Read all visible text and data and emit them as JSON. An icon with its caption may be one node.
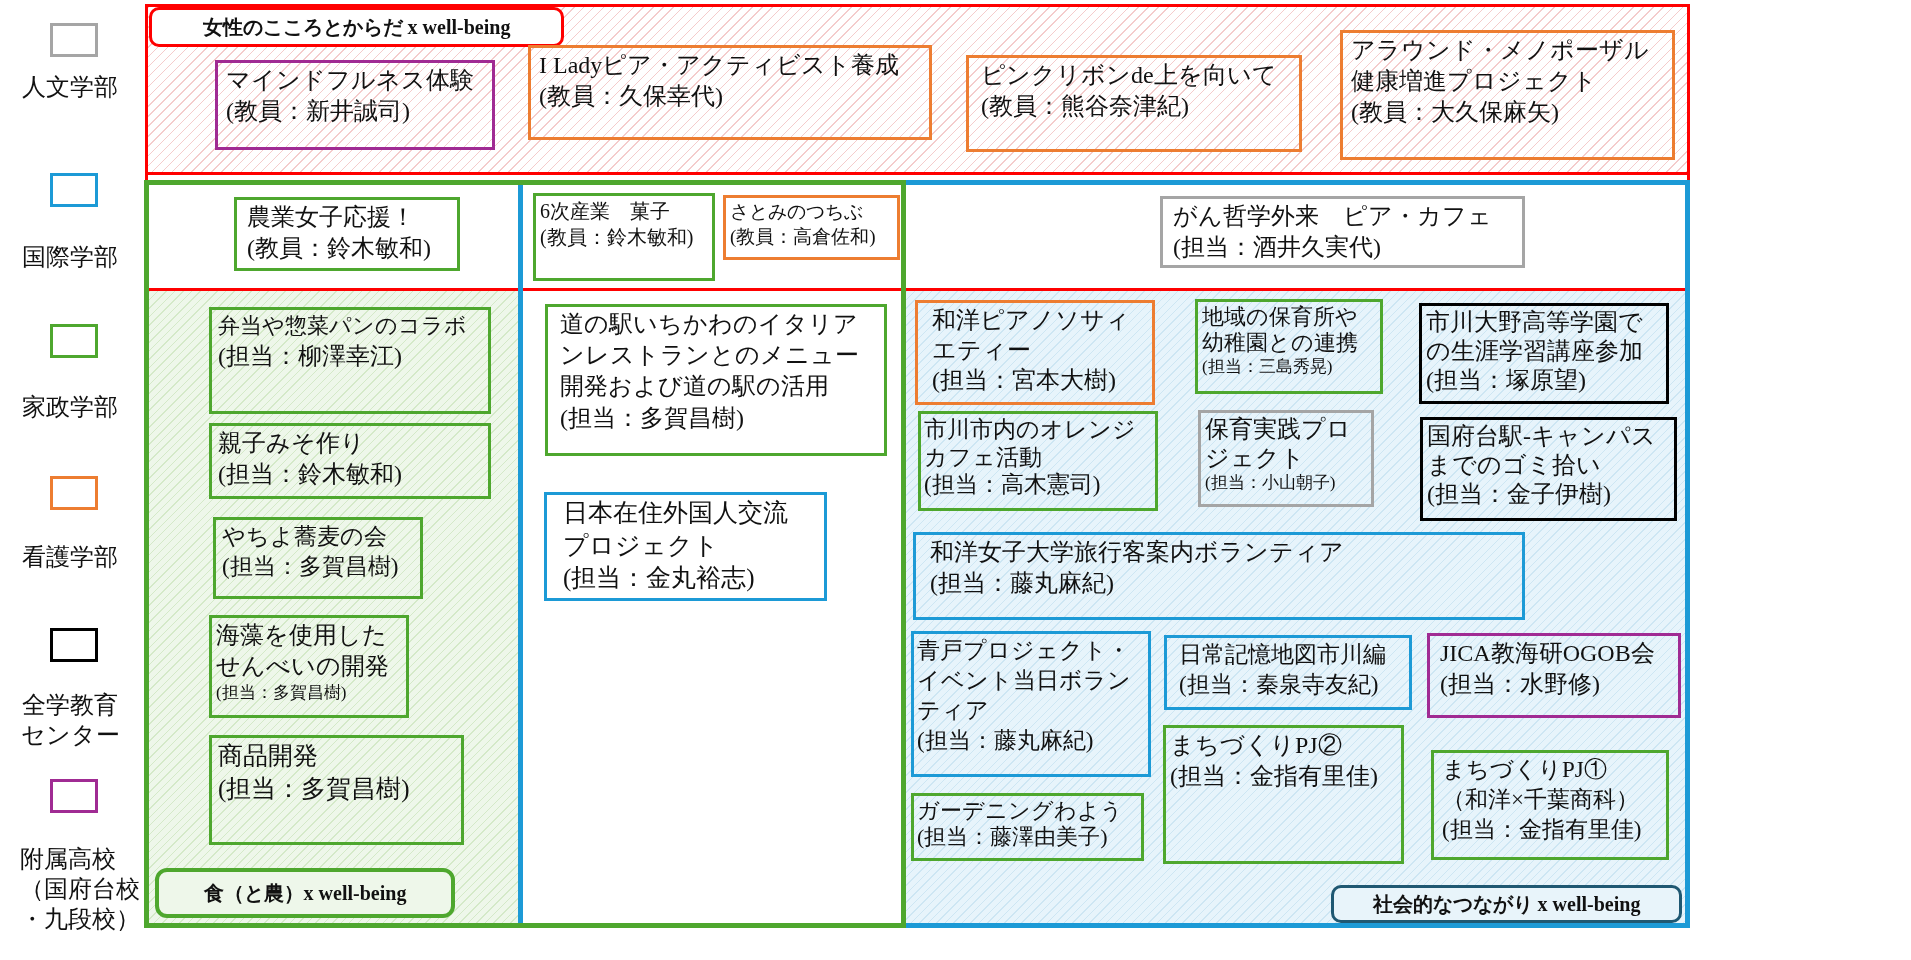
{
  "diagram": {
    "nodes": [
      {
        "text": [
          "女性のこころとからだ x well-being"
        ]
      },
      {
        "text": [
          "マインドフルネス体験",
          "(教員：新井誠司)"
        ],
        "in": 0
      },
      {
        "text": [
          "I Ladyピア・アクティビスト養成",
          "(教員：久保幸代)"
        ],
        "in": 0
      },
      {
        "text": [
          "ピンクリボンde上を向いて",
          "(教員：熊谷奈津紀)"
        ],
        "in": 0
      },
      {
        "text": [
          "アラウンド・メノポーザル健康増進プロジェクト",
          "(教員：大久保麻矢)"
        ],
        "in": 0
      },
      {
        "text": [
          "食（と農）x well-being"
        ]
      },
      {
        "text": [
          "社会的なつながり x well-being"
        ]
      },
      {
        "text": [
          "農業女子応援！",
          "(教員：鈴木敏和)"
        ]
      },
      {
        "text": [
          "6次産業　菓子",
          "(教員：鈴木敏和)"
        ]
      },
      {
        "text": [
          "さとみのつちぶ",
          "(教員：高倉佐和)"
        ]
      },
      {
        "text": [
          "がん哲学外来　ピア・カフェ",
          "(担当：酒井久実代)"
        ]
      },
      {
        "text": [
          "弁当や惣菜パンのコラボ",
          "(担当：柳澤幸江)"
        ],
        "in": 5
      },
      {
        "text": [
          "親子みそ作り",
          "(担当：鈴木敏和)"
        ],
        "in": 5
      },
      {
        "text": [
          "やちよ蕎麦の会",
          "(担当：多賀昌樹)"
        ],
        "in": 5
      },
      {
        "text": [
          "海藻を使用したせんべいの開発",
          "(担当：多賀昌樹)"
        ],
        "in": 5
      },
      {
        "text": [
          "商品開発",
          "(担当：多賀昌樹)"
        ],
        "in": 5
      },
      {
        "text": [
          "道の駅いちかわのイタリアンレストランとのメニュー開発および道の駅の活用",
          "(担当：多賀昌樹)"
        ]
      },
      {
        "text": [
          "日本在住外国人交流プロジェクト",
          "(担当：金丸裕志)"
        ]
      },
      {
        "text": [
          "和洋ピアノソサィエティー",
          "(担当：宮本大樹)"
        ],
        "in": 6
      },
      {
        "text": [
          "地域の保育所や幼稚園との連携",
          "(担当：三島秀晃)"
        ],
        "in": 6
      },
      {
        "text": [
          "市川大野高等学園での生涯学習講座参加",
          "(担当：塚原望)"
        ],
        "in": 6
      },
      {
        "text": [
          "市川市内のオレンジカフェ活動",
          "(担当：高木憲司)"
        ],
        "in": 6
      },
      {
        "text": [
          "保育実践プロジェクト",
          "(担当：小山朝子)"
        ],
        "in": 6
      },
      {
        "text": [
          "国府台駅-キャンパスまでのゴミ拾い",
          "(担当：金子伊樹)"
        ],
        "in": 6
      },
      {
        "text": [
          "和洋女子大学旅行客案内ボランティア",
          "(担当：藤丸麻紀)"
        ],
        "in": 6
      },
      {
        "text": [
          "青戸プロジェクト・イベント当日ボランティア",
          "(担当：藤丸麻紀)"
        ],
        "in": 6
      },
      {
        "text": [
          "日常記憶地図市川編",
          "(担当：秦泉寺友紀)"
        ],
        "in": 6
      },
      {
        "text": [
          "JICA教海研OGOB会",
          "(担当：水野修)"
        ],
        "in": 6
      },
      {
        "text": [
          "まちづくりPJ②",
          "(担当：金指有里佳)"
        ],
        "in": 6
      },
      {
        "text": [
          "ガーデニングわよう",
          "(担当：藤澤由美子)"
        ],
        "in": 6
      },
      {
        "text": [
          "まちづくりPJ①",
          "（和洋×千葉商科）",
          "(担当：金指有里佳)"
        ],
        "in": 6
      }
    ],
    "legend": [
      {
        "text": "人文学部",
        "color": "#a5a5a5"
      },
      {
        "text": "国際学部",
        "color": "#1c9ad6"
      },
      {
        "text": "家政学部",
        "color": "#4ea72e"
      },
      {
        "text": "看護学部",
        "color": "#ed7d31"
      },
      {
        "text": "全学教育センター",
        "color": "#000000"
      },
      {
        "text": "附属高校（国府台校・九段校）",
        "color": "#a02b93"
      }
    ]
  }
}
